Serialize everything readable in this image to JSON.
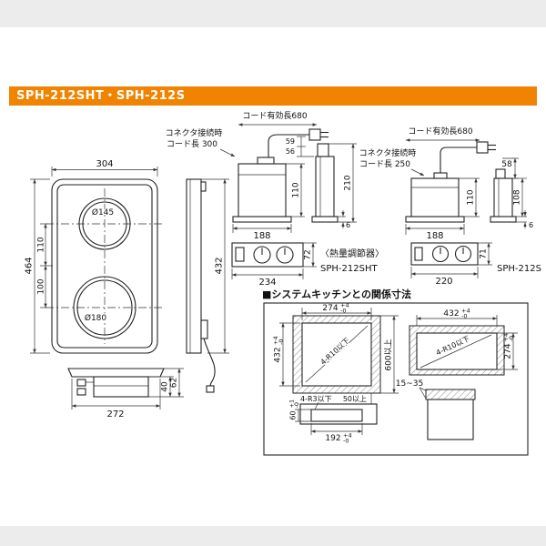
{
  "colors": {
    "header_bg": "#f08300"
  },
  "header": {
    "title": "SPH-212SHT・SPH-212S"
  },
  "top_view": {
    "dim_width": "304",
    "dim_height": "464",
    "dim_offset_top": "110",
    "dim_offset_bottom": "100",
    "burner_small": "Ø145",
    "burner_large": "Ø180"
  },
  "side_view": {
    "dim_length": "432"
  },
  "front_view": {
    "dim_width": "272",
    "dim_height_total": "62",
    "dim_height_body": "40"
  },
  "unit_sht": {
    "cord_effective": "コード有効長680",
    "connector_note_line1": "コネクタ接続時",
    "connector_note_line2": "コード長 300",
    "dim_step1": "59",
    "dim_step2": "56",
    "dim_height": "110",
    "dim_depth": "210",
    "dim_width": "188",
    "dim_flange": "6"
  },
  "panel_sht": {
    "dim_width": "234",
    "dim_height": "72",
    "caption": "〈熱量調節器〉",
    "model": "SPH-212SHT"
  },
  "unit_s": {
    "cord_effective": "コード有効長680",
    "connector_note_line1": "コネクタ接続時",
    "connector_note_line2": "コード長 250",
    "dim_step": "58",
    "dim_height": "110",
    "dim_depth": "108",
    "dim_width": "188",
    "dim_flange": "6"
  },
  "panel_s": {
    "dim_width": "220",
    "dim_height": "71",
    "model": "SPH-212S"
  },
  "kitchen": {
    "title": "■システムキッチンとの関係寸法",
    "tol_plus": "+4",
    "tol_minus": "-0",
    "tol_plus_small": "+1",
    "left": {
      "cutout_width": "274",
      "cutout_height": "432",
      "counter_depth": "600以上",
      "corner_radius": "4-R10以下",
      "panel_corner": "4-R3以下",
      "clearance": "50以上",
      "panel_offset": "60",
      "panel_width": "192"
    },
    "right": {
      "cutout_width": "432",
      "cutout_height": "274",
      "corner_radius": "4-R10以下",
      "counter_thickness": "15~35"
    }
  }
}
